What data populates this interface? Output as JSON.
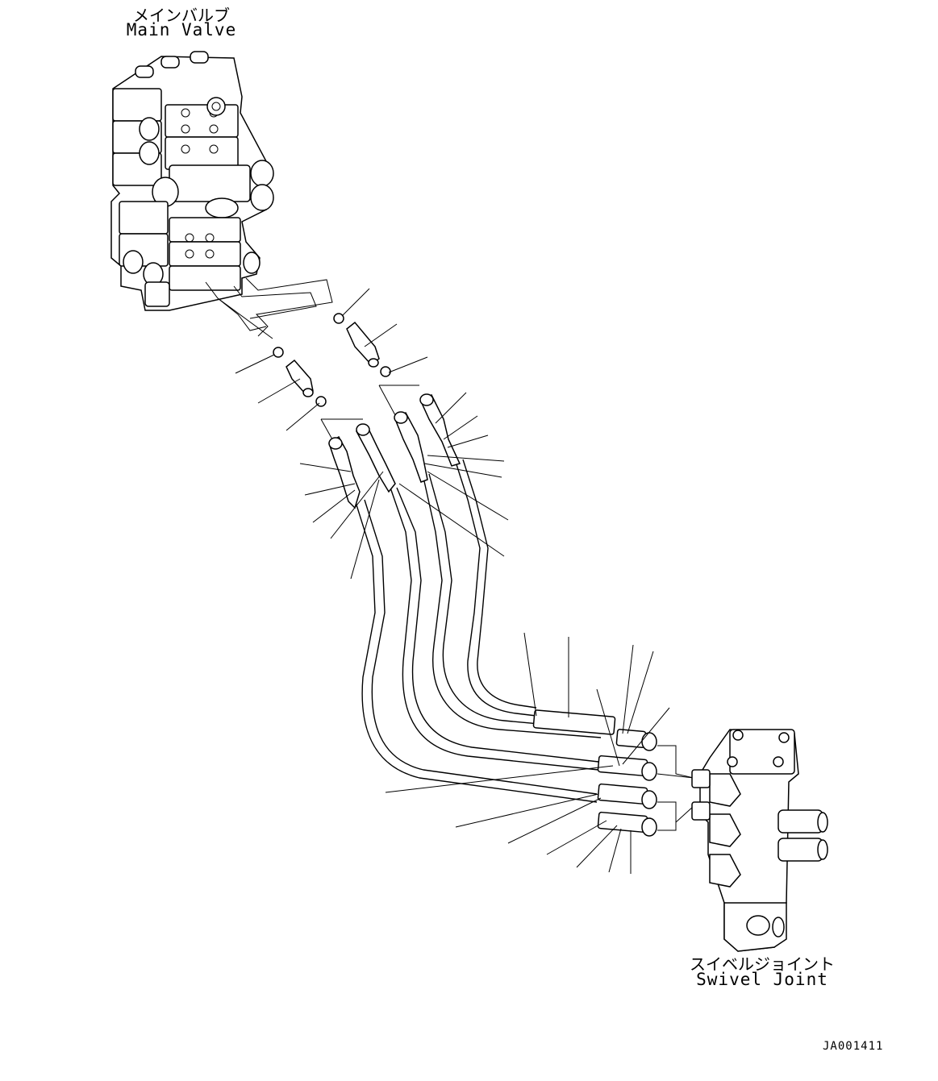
{
  "labels": {
    "main_valve_jp": "メインバルブ",
    "main_valve_en": "Main Valve",
    "swivel_joint_jp": "スイベルジョイント",
    "swivel_joint_en": "Swivel Joint"
  },
  "drawing_code": "JA001411"
}
